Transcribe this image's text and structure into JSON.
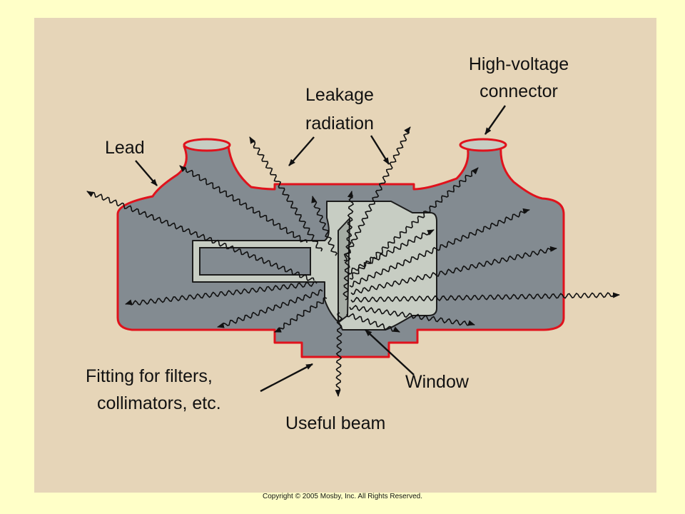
{
  "labels": {
    "high_voltage_line1": "High-voltage",
    "high_voltage_line2": "connector",
    "leakage_line1": "Leakage",
    "leakage_line2": "radiation",
    "lead": "Lead",
    "fitting_line1": "Fitting for filters,",
    "fitting_line2": "collimators, etc.",
    "window": "Window",
    "useful_beam": "Useful beam"
  },
  "copyright": "Copyright © 2005 Mosby, Inc. All Rights Reserved.",
  "colors": {
    "slide_background": "#ffffc8",
    "panel": "#e6d5b8",
    "housing": "#838b91",
    "lead_lining": "#e0121c",
    "tube": "#c7cdc3",
    "radiation": "#111111"
  }
}
